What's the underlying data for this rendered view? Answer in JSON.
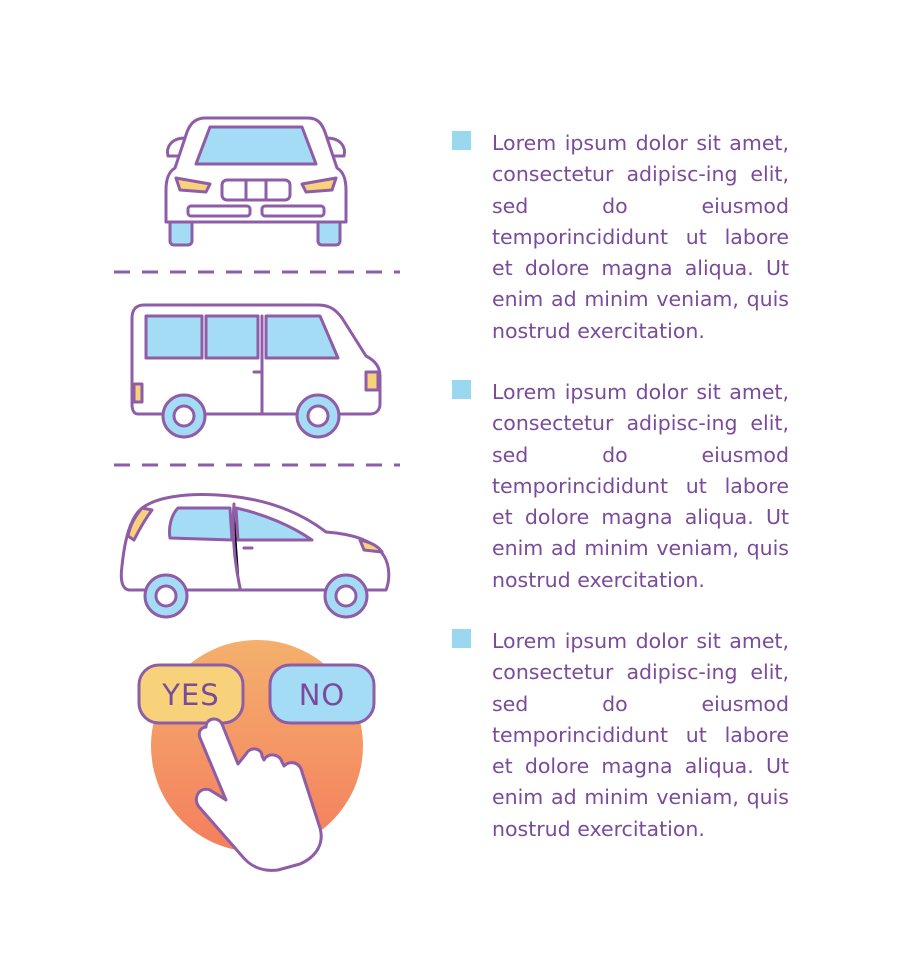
{
  "colors": {
    "outline": "#8f5ca8",
    "window": "#a5dcf5",
    "accent_yellow": "#f7d27a",
    "circle_top": "#f4b06c",
    "circle_bottom": "#f47e5e",
    "text": "#7a4b9a",
    "bullet": "#9ad8f0"
  },
  "icons": [
    "sedan-front-icon",
    "minivan-icon",
    "hatchback-icon",
    "yes-no-choice-icon"
  ],
  "choice": {
    "yes_label": "YES",
    "no_label": "NO"
  },
  "paragraphs": [
    {
      "text": "Lorem ipsum dolor sit amet, consectetur adipisc-ing elit, sed do eiusmod temporincididunt ut labore et dolore magna aliqua. Ut enim ad minim veniam, quis nostrud exercitation."
    },
    {
      "text": "Lorem ipsum dolor sit amet, consectetur adipisc-ing elit, sed do eiusmod temporincididunt ut labore et dolore magna aliqua. Ut enim ad minim veniam, quis nostrud exercitation."
    },
    {
      "text": "Lorem ipsum dolor sit amet, consectetur adipisc-ing elit, sed do eiusmod temporincididunt ut labore et dolore magna aliqua. Ut enim ad minim veniam, quis nostrud exercitation."
    }
  ]
}
